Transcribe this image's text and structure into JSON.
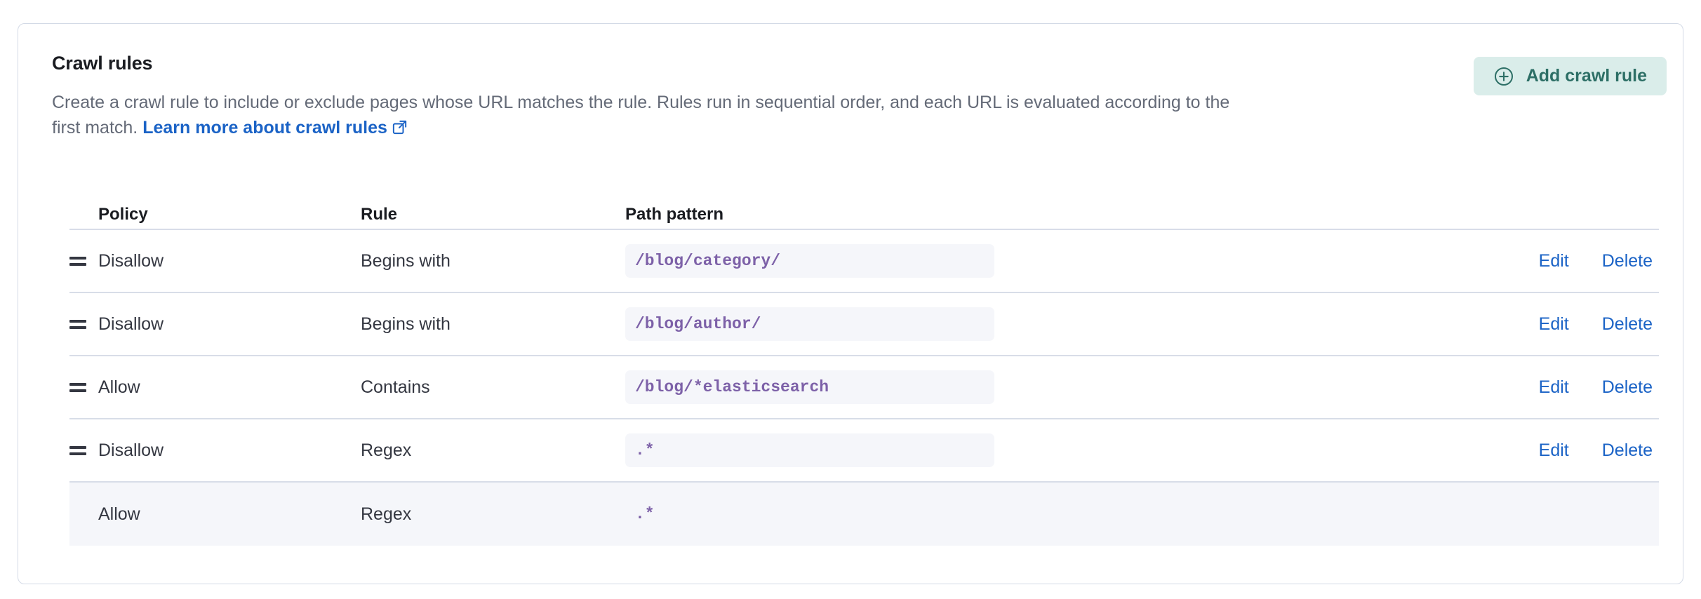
{
  "panel": {
    "title": "Crawl rules",
    "description_part1": "Create a crawl rule to include or exclude pages whose URL matches the rule. Rules run in sequential order, and each URL is evaluated according to the first match. ",
    "link_label": "Learn more about crawl rules",
    "external_link_icon": "external-link-icon"
  },
  "add_button": {
    "label": "Add crawl rule",
    "icon": "plus-in-circle-icon",
    "background": "#DAEDEA",
    "text_color": "#2D6F66"
  },
  "table": {
    "columns": [
      "Policy",
      "Rule",
      "Path pattern"
    ],
    "row_actions": {
      "edit": "Edit",
      "delete": "Delete"
    },
    "drag_handle_icon": "drag-handle-icon",
    "rows": [
      {
        "policy": "Disallow",
        "rule": "Begins with",
        "path_pattern": "/blog/category/",
        "draggable": true,
        "has_actions": true,
        "highlighted": false
      },
      {
        "policy": "Disallow",
        "rule": "Begins with",
        "path_pattern": "/blog/author/",
        "draggable": true,
        "has_actions": true,
        "highlighted": false
      },
      {
        "policy": "Allow",
        "rule": "Contains",
        "path_pattern": "/blog/*elasticsearch",
        "draggable": true,
        "has_actions": true,
        "highlighted": false
      },
      {
        "policy": "Disallow",
        "rule": "Regex",
        "path_pattern": ".*",
        "draggable": true,
        "has_actions": true,
        "highlighted": false
      },
      {
        "policy": "Allow",
        "rule": "Regex",
        "path_pattern": ".*",
        "draggable": false,
        "has_actions": false,
        "highlighted": true
      }
    ]
  },
  "colors": {
    "link": "#1B63C6",
    "code_text": "#7D61A8",
    "code_bg": "#F5F6FA",
    "border": "#D3DAE6",
    "divider": "#D8DDE8",
    "muted_text": "#646A77"
  }
}
